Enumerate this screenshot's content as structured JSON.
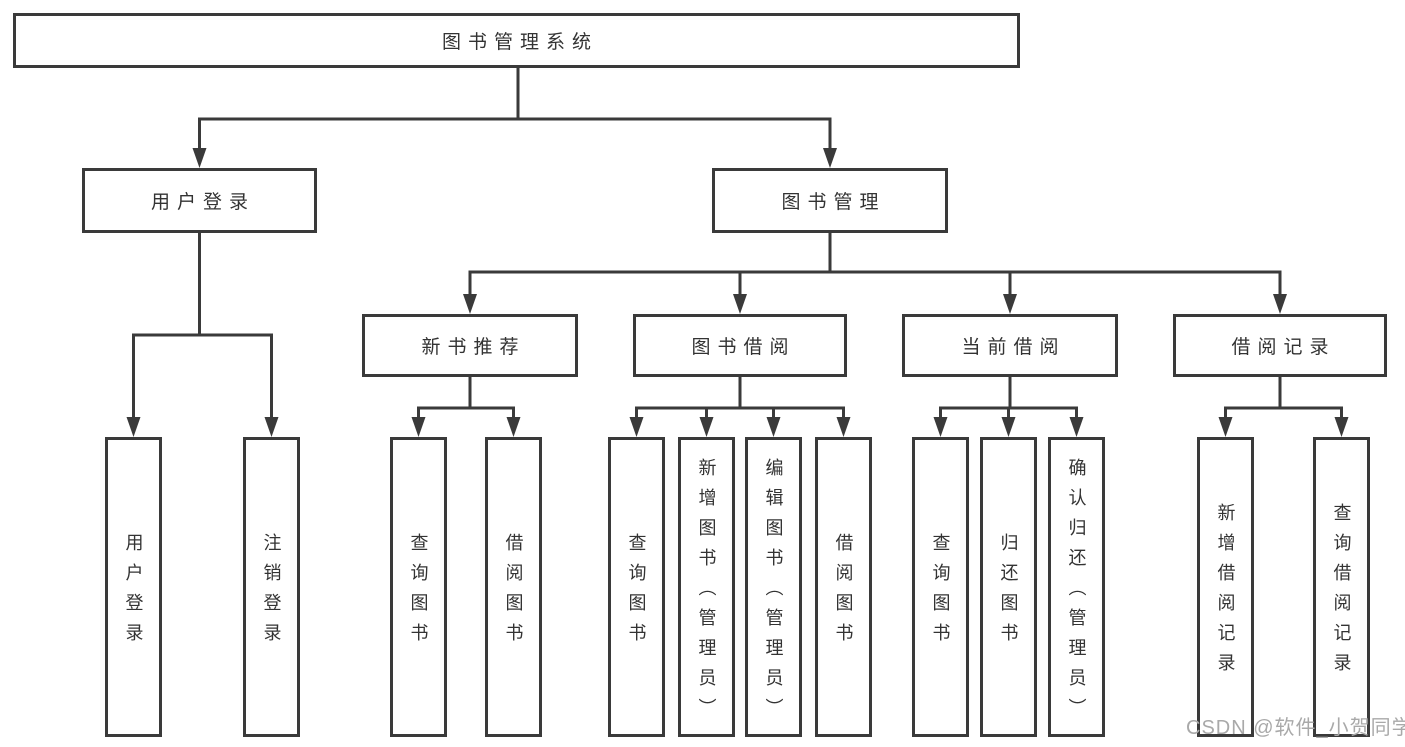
{
  "tree": {
    "root": "图书管理系统",
    "children": [
      {
        "label": "用户登录",
        "children": [
          "用户登录",
          "注销登录"
        ]
      },
      {
        "label": "图书管理",
        "children": [
          {
            "label": "新书推荐",
            "children": [
              "查询图书",
              "借阅图书"
            ]
          },
          {
            "label": "图书借阅",
            "children": [
              "查询图书",
              "新增图书（管理员）",
              "编辑图书（管理员）",
              "借阅图书"
            ]
          },
          {
            "label": "当前借阅",
            "children": [
              "查询图书",
              "归还图书",
              "确认归还（管理员）"
            ]
          },
          {
            "label": "借阅记录",
            "children": [
              "新增借阅记录",
              "查询借阅记录"
            ]
          }
        ]
      }
    ]
  },
  "watermark": {
    "text": "CSDN @软件_小贺同学"
  },
  "colors": {
    "line": "#3a3a3a",
    "text": "#333333",
    "box_background": "#ffffff",
    "watermark": "#a9a9a9",
    "background": "#ffffff"
  }
}
